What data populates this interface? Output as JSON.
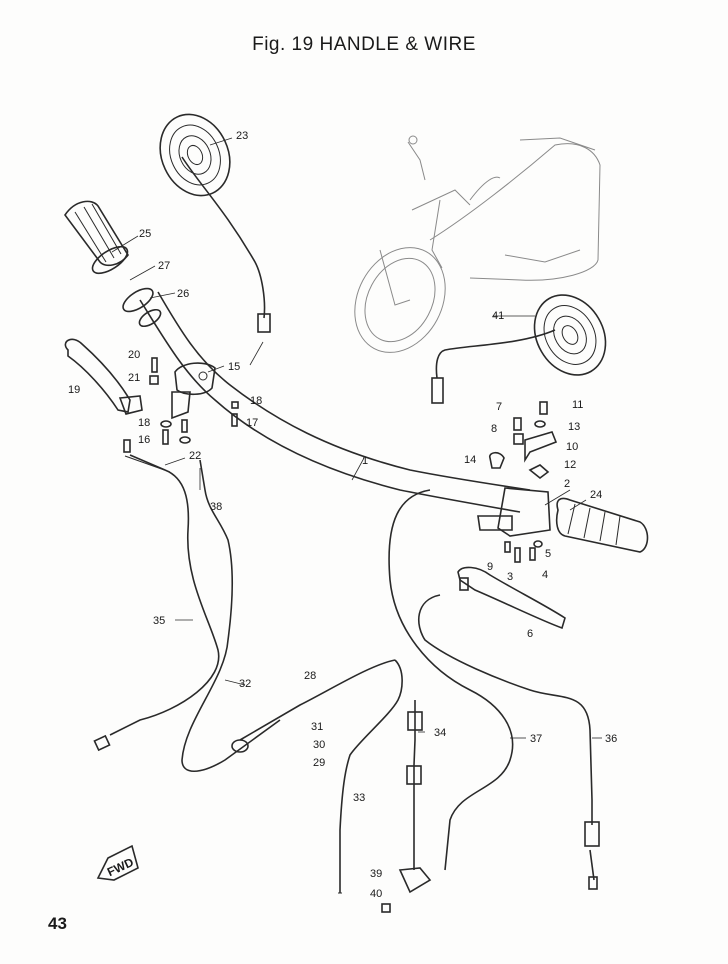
{
  "title": "Fig. 19 HANDLE & WIRE",
  "page_number": "43",
  "fwd_badge": "FWD",
  "callouts": {
    "c1": "1",
    "c2": "2",
    "c3": "3",
    "c4": "4",
    "c5": "5",
    "c6": "6",
    "c7": "7",
    "c8": "8",
    "c9": "9",
    "c10": "10",
    "c11": "11",
    "c12": "12",
    "c13": "13",
    "c14": "14",
    "c15": "15",
    "c16": "16",
    "c17": "17",
    "c18a": "18",
    "c18b": "18",
    "c19": "19",
    "c20": "20",
    "c21": "21",
    "c22": "22",
    "c23": "23",
    "c24": "24",
    "c25": "25",
    "c26": "26",
    "c27": "27",
    "c28": "28",
    "c29": "29",
    "c30": "30",
    "c31": "31",
    "c32": "32",
    "c33": "33",
    "c34": "34",
    "c35": "35",
    "c36": "36",
    "c37": "37",
    "c38": "38",
    "c39": "39",
    "c40": "40",
    "c41": "41"
  }
}
